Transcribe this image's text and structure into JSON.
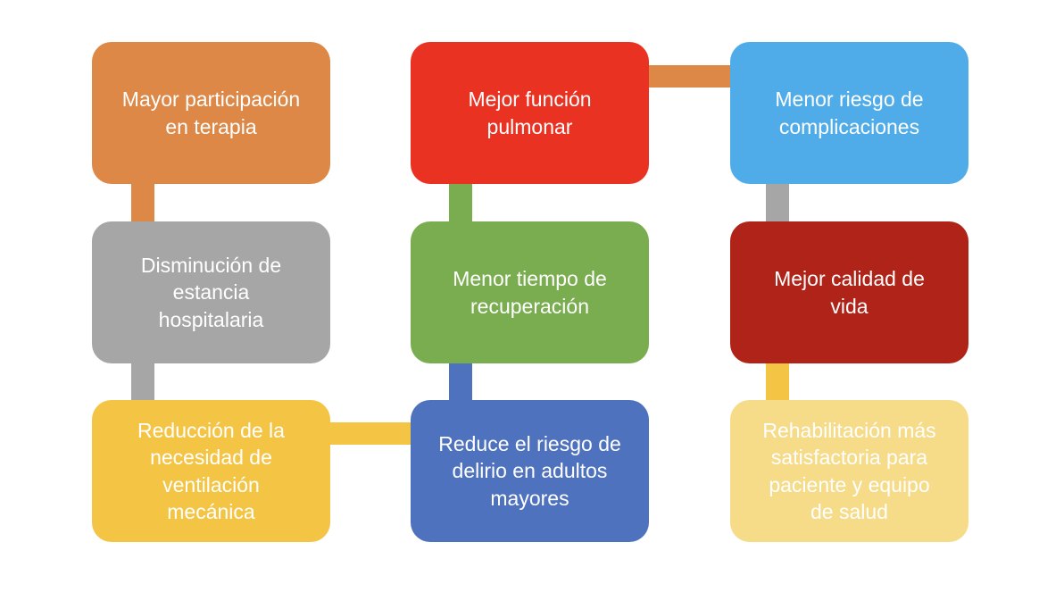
{
  "background_color": "#ffffff",
  "diagram": {
    "boxes": [
      {
        "id": "participacion-terapia",
        "label": "Mayor participación\nen terapia",
        "color": "#DD8846",
        "text_color": "#ffffff"
      },
      {
        "id": "funcion-pulmonar",
        "label": "Mejor función\npulmonar",
        "color": "#EA3223",
        "text_color": "#ffffff"
      },
      {
        "id": "riesgo-complicaciones",
        "label": "Menor riesgo de\ncomplicaciones",
        "color": "#4FACE8",
        "text_color": "#ffffff"
      },
      {
        "id": "estancia-hospitalaria",
        "label": "Disminución de\nestancia\nhospitalaria",
        "color": "#A6A6A6",
        "text_color": "#ffffff"
      },
      {
        "id": "tiempo-recuperacion",
        "label": "Menor tiempo de\nrecuperación",
        "color": "#7AAD4F",
        "text_color": "#ffffff"
      },
      {
        "id": "calidad-vida",
        "label": "Mejor calidad de\nvida",
        "color": "#B02318",
        "text_color": "#ffffff"
      },
      {
        "id": "ventilacion-mecanica",
        "label": "Reducción de la\nnecesidad de\nventilación\nmecánica",
        "color": "#F4C444",
        "text_color": "#ffffff"
      },
      {
        "id": "delirio-adultos-mayores",
        "label": "Reduce el riesgo de\ndelirio en adultos\nmayores",
        "color": "#4F72BE",
        "text_color": "#ffffff"
      },
      {
        "id": "rehabilitacion-satisfactoria",
        "label": "Rehabilitación más\nsatisfactoria para\npaciente y equipo\nde salud",
        "color": "#F6DB88",
        "text_color": "#ffffff"
      }
    ],
    "connectors": [
      {
        "id": "conn-participacion-estancia",
        "orientation": "vertical",
        "color": "#DD8846"
      },
      {
        "id": "conn-estancia-ventilacion",
        "orientation": "vertical",
        "color": "#A6A6A6"
      },
      {
        "id": "conn-funcion-tiempo",
        "orientation": "vertical",
        "color": "#7AAD4F"
      },
      {
        "id": "conn-tiempo-delirio",
        "orientation": "vertical",
        "color": "#4F72BE"
      },
      {
        "id": "conn-complicaciones-calidad",
        "orientation": "vertical",
        "color": "#A6A6A6"
      },
      {
        "id": "conn-calidad-rehabilitacion",
        "orientation": "vertical",
        "color": "#F4C444"
      },
      {
        "id": "conn-funcion-complicaciones",
        "orientation": "horizontal",
        "color": "#DD8846"
      },
      {
        "id": "conn-ventilacion-delirio",
        "orientation": "horizontal",
        "color": "#F4C444"
      }
    ]
  }
}
